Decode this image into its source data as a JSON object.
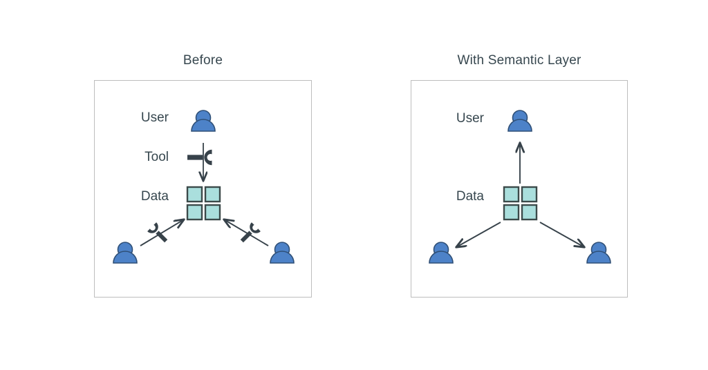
{
  "figure": {
    "type": "diagram",
    "background": "#ffffff",
    "text_color": "#37474F",
    "panel_border_color": "#bdbdbd"
  },
  "colors": {
    "user_fill": "#4d82c8",
    "user_stroke": "#2f4f76",
    "data_fill": "#aadfdd",
    "data_stroke": "#3c4a4a",
    "tool_fill": "#37424a",
    "arrow": "#37424a"
  },
  "panels": [
    {
      "id": "before",
      "title": "Before",
      "rows": [
        {
          "label": "User",
          "icon": "user-icon"
        },
        {
          "label": "Tool",
          "icon": "wrench-icon"
        },
        {
          "label": "Data",
          "icon": "data-grid-icon"
        }
      ],
      "consumers": [
        {
          "icon": "user-icon",
          "position": "bottom-left",
          "connector": "wrench-arrow-up-right"
        },
        {
          "icon": "user-icon",
          "position": "bottom-right",
          "connector": "wrench-arrow-up-left"
        }
      ],
      "flow": "user -> tool -> data; each consumer needs its own tool to reach data"
    },
    {
      "id": "with-semantic-layer",
      "title": "With Semantic Layer",
      "rows": [
        {
          "label": "User",
          "icon": "user-icon"
        },
        {
          "label": "Data",
          "icon": "data-grid-icon"
        }
      ],
      "consumers": [
        {
          "icon": "user-icon",
          "position": "bottom-left",
          "connector": "arrow-down-left"
        },
        {
          "icon": "user-icon",
          "position": "bottom-right",
          "connector": "arrow-down-right"
        }
      ],
      "flow": "data -> user directly; data fans out to consumers without tools"
    }
  ]
}
